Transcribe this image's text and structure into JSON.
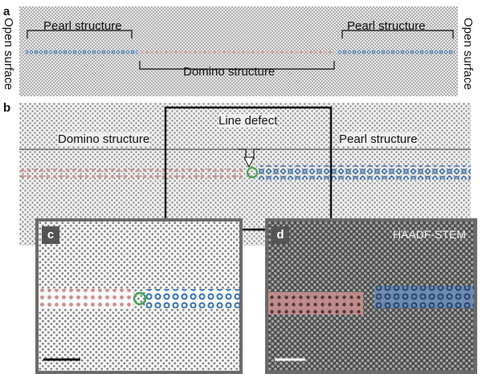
{
  "panels": {
    "a": {
      "letter": "a",
      "left_label": "Open surface",
      "right_label": "Open surface",
      "pearl_left": "Pearl structure",
      "pearl_right": "Pearl structure",
      "domino": "Domino structure"
    },
    "b": {
      "letter": "b",
      "domino": "Domino structure",
      "line_defect": "Line defect",
      "pearl": "Pearl structure"
    },
    "c": {
      "letter": "c"
    },
    "d": {
      "letter": "d",
      "method": "HAADF-STEM"
    }
  },
  "colors": {
    "pearl_blue": "#2f6fb5",
    "domino_red": "#c98585",
    "defect_green": "#3fa34d",
    "frame": "#555555",
    "stem_background": "#5a5a5a"
  }
}
